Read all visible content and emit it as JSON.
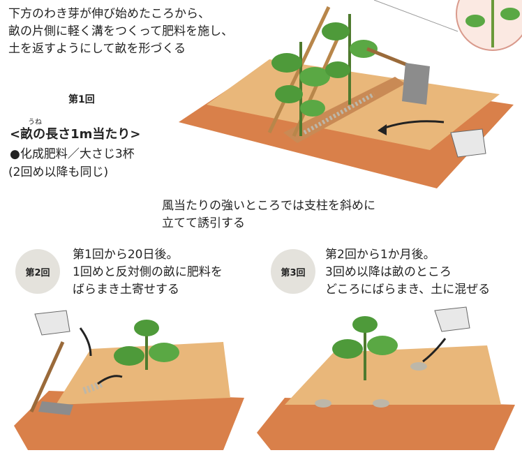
{
  "intro": {
    "line1": "下方のわき芽が伸び始めたころから、",
    "line2": "畝の片側に軽く溝をつくって肥料を施し、",
    "line3": "土を返すようにして畝を形づくる"
  },
  "round1": {
    "label": "第1回",
    "ruby": "うね",
    "heading": "<畝の長さ1m当たり>",
    "fert": "●化成肥料／大さじ3杯",
    "note": "(2回め以降も同じ)"
  },
  "wind_note": {
    "line1": "風当たりの強いところでは支柱を斜めに",
    "line2": "立てて誘引する"
  },
  "round2": {
    "label": "第2回",
    "line1": "第1回から20日後。",
    "line2": "1回めと反対側の畝に肥料を",
    "line3": "ばらまき土寄せする"
  },
  "round3": {
    "label": "第3回",
    "line1": "第2回から1か月後。",
    "line2": "3回め以降は畝のところ",
    "line3": "どころにばらまき、土に混ぜる"
  },
  "colors": {
    "soil_top": "#e9b77a",
    "soil_side": "#d9804a",
    "leaf": "#4e9a3a",
    "badge": "#e4e2dc"
  }
}
